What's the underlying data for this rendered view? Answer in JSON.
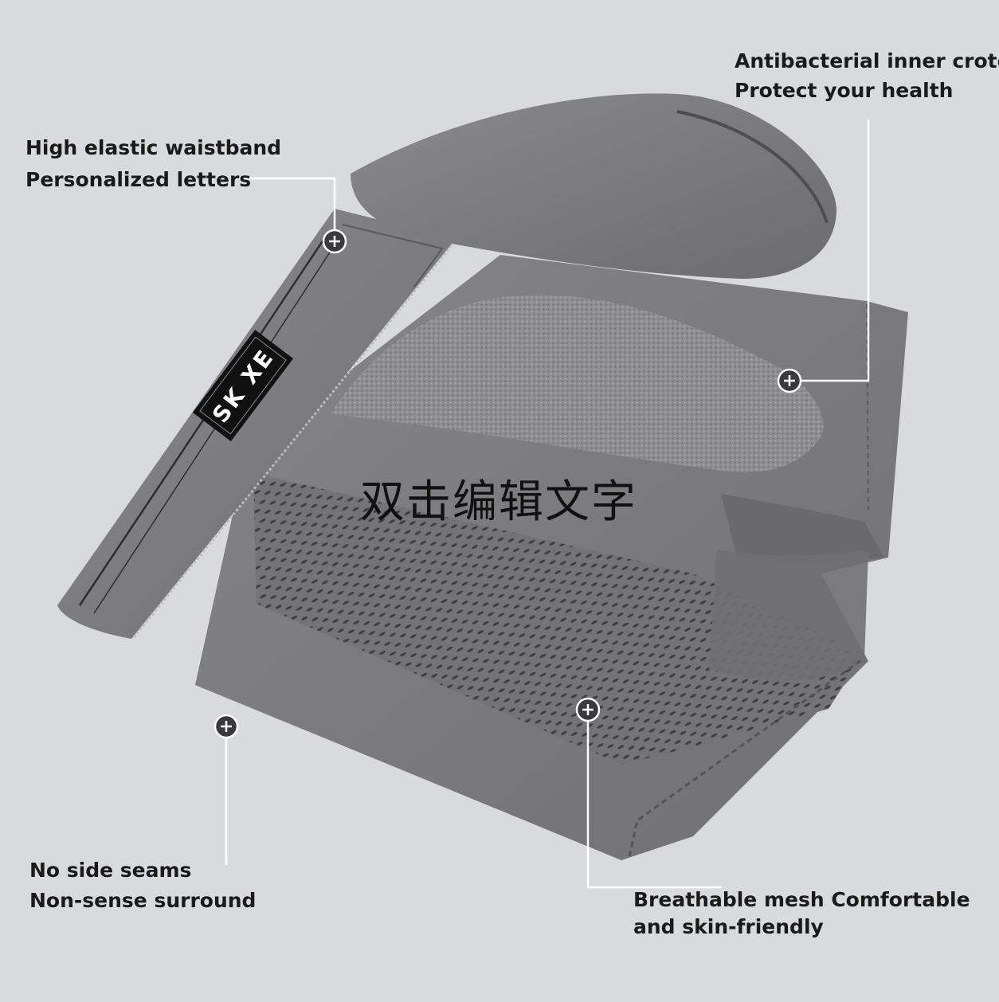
{
  "callouts": {
    "waistband": {
      "line1": "High elastic waistband",
      "line2": "Personalized letters"
    },
    "crotch": {
      "line1": "Antibacterial inner crotch",
      "line2": "Protect your health"
    },
    "seams": {
      "line1": "No side seams",
      "line2": "Non-sense surround"
    },
    "mesh": {
      "line1": "Breathable mesh Comfortable",
      "line2": "and skin-friendly"
    }
  },
  "brand_label": "SK XE",
  "overlay_text": "双击编辑文字",
  "icons": {
    "marker": "plus-circle-icon"
  },
  "colors": {
    "background": "#d9dadc",
    "fabric": "#7a7a7c",
    "fabric_dark": "#5f5f61",
    "mesh": "#8c8c8e",
    "label_bg": "#111111",
    "line": "#ffffff",
    "marker_bg": "#3a3a3c"
  }
}
